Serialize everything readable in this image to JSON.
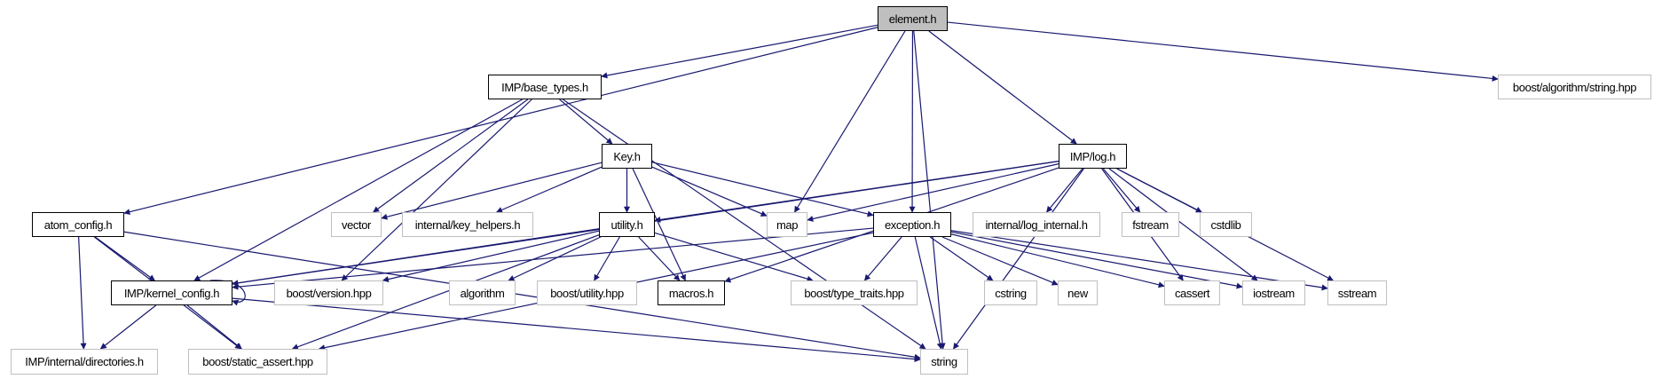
{
  "graph": {
    "nodes": {
      "element": {
        "label": "element.h",
        "kind": "root"
      },
      "base_types": {
        "label": "IMP/base_types.h",
        "kind": "doc"
      },
      "key": {
        "label": "Key.h",
        "kind": "doc"
      },
      "atom_config": {
        "label": "atom_config.h",
        "kind": "doc"
      },
      "vector": {
        "label": "vector",
        "kind": "ext"
      },
      "key_helpers": {
        "label": "internal/key_helpers.h",
        "kind": "ext"
      },
      "utility": {
        "label": "utility.h",
        "kind": "doc"
      },
      "map": {
        "label": "map",
        "kind": "ext"
      },
      "kernel_config": {
        "label": "IMP/kernel_config.h",
        "kind": "doc"
      },
      "boost_version": {
        "label": "boost/version.hpp",
        "kind": "ext"
      },
      "algorithm": {
        "label": "algorithm",
        "kind": "ext"
      },
      "boost_utility": {
        "label": "boost/utility.hpp",
        "kind": "ext"
      },
      "macros": {
        "label": "macros.h",
        "kind": "doc"
      },
      "type_traits": {
        "label": "boost/type_traits.hpp",
        "kind": "ext"
      },
      "directories": {
        "label": "IMP/internal/directories.h",
        "kind": "ext"
      },
      "static_assert": {
        "label": "boost/static_assert.hpp",
        "kind": "ext"
      },
      "algo_string": {
        "label": "boost/algorithm/string.hpp",
        "kind": "ext"
      },
      "log": {
        "label": "IMP/log.h",
        "kind": "doc"
      },
      "exception": {
        "label": "exception.h",
        "kind": "doc"
      },
      "log_internal": {
        "label": "internal/log_internal.h",
        "kind": "ext"
      },
      "fstream": {
        "label": "fstream",
        "kind": "ext"
      },
      "cstdlib": {
        "label": "cstdlib",
        "kind": "ext"
      },
      "cstring": {
        "label": "cstring",
        "kind": "ext"
      },
      "new": {
        "label": "new",
        "kind": "ext"
      },
      "cassert": {
        "label": "cassert",
        "kind": "ext"
      },
      "iostream": {
        "label": "iostream",
        "kind": "ext"
      },
      "sstream": {
        "label": "sstream",
        "kind": "ext"
      },
      "string": {
        "label": "string",
        "kind": "ext"
      }
    },
    "edges": [
      [
        "element",
        "base_types"
      ],
      [
        "element",
        "atom_config"
      ],
      [
        "element",
        "map"
      ],
      [
        "element",
        "exception"
      ],
      [
        "element",
        "log"
      ],
      [
        "element",
        "algo_string"
      ],
      [
        "element",
        "string"
      ],
      [
        "base_types",
        "key"
      ],
      [
        "base_types",
        "vector"
      ],
      [
        "base_types",
        "kernel_config"
      ],
      [
        "base_types",
        "boost_version"
      ],
      [
        "base_types",
        "string"
      ],
      [
        "key",
        "vector"
      ],
      [
        "key",
        "key_helpers"
      ],
      [
        "key",
        "utility"
      ],
      [
        "key",
        "macros"
      ],
      [
        "key",
        "map"
      ],
      [
        "key",
        "exception"
      ],
      [
        "atom_config",
        "kernel_config"
      ],
      [
        "atom_config",
        "directories"
      ],
      [
        "atom_config",
        "static_assert"
      ],
      [
        "atom_config",
        "string"
      ],
      [
        "log",
        "utility"
      ],
      [
        "log",
        "map"
      ],
      [
        "log",
        "macros"
      ],
      [
        "log",
        "kernel_config"
      ],
      [
        "log",
        "log_internal"
      ],
      [
        "log",
        "fstream"
      ],
      [
        "log",
        "cstdlib"
      ],
      [
        "log",
        "cassert"
      ],
      [
        "log",
        "iostream"
      ],
      [
        "log",
        "sstream"
      ],
      [
        "log",
        "string"
      ],
      [
        "utility",
        "kernel_config"
      ],
      [
        "utility",
        "boost_version"
      ],
      [
        "utility",
        "algorithm"
      ],
      [
        "utility",
        "boost_utility"
      ],
      [
        "utility",
        "macros"
      ],
      [
        "utility",
        "type_traits"
      ],
      [
        "utility",
        "static_assert"
      ],
      [
        "kernel_config",
        "kernel_config"
      ],
      [
        "kernel_config",
        "directories"
      ],
      [
        "kernel_config",
        "static_assert"
      ],
      [
        "kernel_config",
        "string"
      ],
      [
        "exception",
        "kernel_config"
      ],
      [
        "exception",
        "type_traits"
      ],
      [
        "exception",
        "static_assert"
      ],
      [
        "exception",
        "cstring"
      ],
      [
        "exception",
        "new"
      ],
      [
        "exception",
        "cassert"
      ],
      [
        "exception",
        "iostream"
      ],
      [
        "exception",
        "sstream"
      ],
      [
        "exception",
        "string"
      ]
    ],
    "colors": {
      "edge": "#191970",
      "doc_border": "#000000",
      "ext_border": "#bfbfbf",
      "root_fill": "#bfbfbf"
    }
  }
}
